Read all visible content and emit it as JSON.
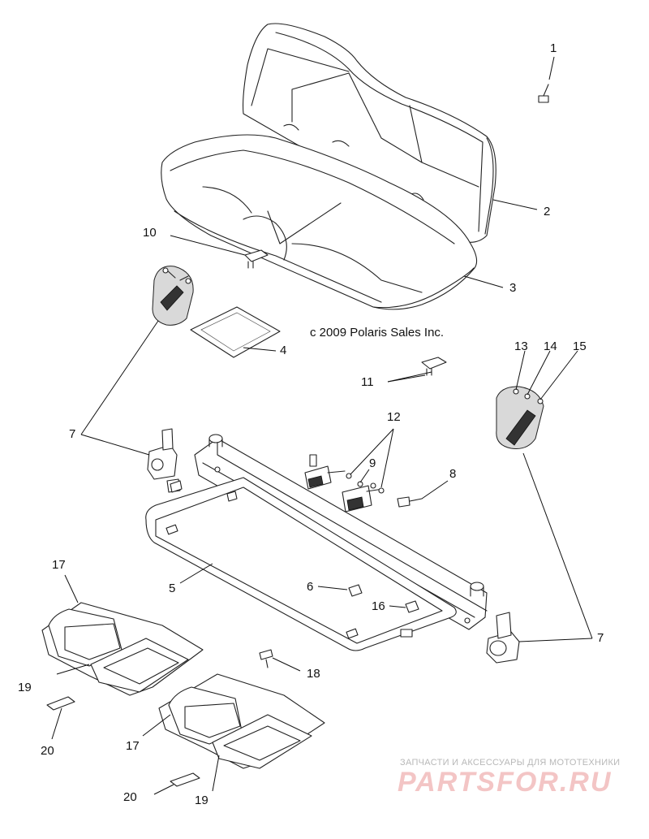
{
  "copyright": "c 2009  Polaris Sales Inc.",
  "watermark": {
    "subtitle": "ЗАПЧАСТИ И АКСЕССУАРЫ ДЛЯ МОТОТЕХНИКИ",
    "brand_text": "PARTSFOR.RU",
    "brand_color": "#f3c5c5"
  },
  "callouts": [
    {
      "id": "c1",
      "label": "1"
    },
    {
      "id": "c2",
      "label": "2"
    },
    {
      "id": "c3",
      "label": "3"
    },
    {
      "id": "c4",
      "label": "4"
    },
    {
      "id": "c5",
      "label": "5"
    },
    {
      "id": "c6",
      "label": "6"
    },
    {
      "id": "c7a",
      "label": "7"
    },
    {
      "id": "c7b",
      "label": "7"
    },
    {
      "id": "c8",
      "label": "8"
    },
    {
      "id": "c9",
      "label": "9"
    },
    {
      "id": "c10",
      "label": "10"
    },
    {
      "id": "c11",
      "label": "11"
    },
    {
      "id": "c12",
      "label": "12"
    },
    {
      "id": "c13",
      "label": "13"
    },
    {
      "id": "c14",
      "label": "14"
    },
    {
      "id": "c15",
      "label": "15"
    },
    {
      "id": "c16",
      "label": "16"
    },
    {
      "id": "c17a",
      "label": "17"
    },
    {
      "id": "c17b",
      "label": "17"
    },
    {
      "id": "c18",
      "label": "18"
    },
    {
      "id": "c19a",
      "label": "19"
    },
    {
      "id": "c19b",
      "label": "19"
    },
    {
      "id": "c20a",
      "label": "20"
    },
    {
      "id": "c20b",
      "label": "20"
    }
  ]
}
